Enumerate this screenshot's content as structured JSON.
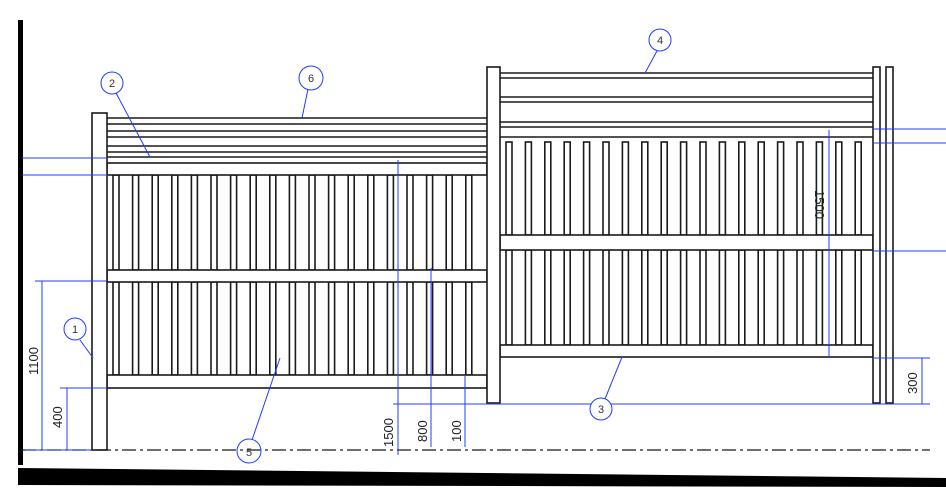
{
  "drawing": {
    "colors": {
      "line": "#1a1a1a",
      "dimension": "#1f3cff",
      "frame": "#000000"
    },
    "callouts": [
      "1",
      "2",
      "3",
      "4",
      "5",
      "6"
    ],
    "dimensions": {
      "left_height_total": "1100",
      "left_bottom_clearance": "400",
      "mid_height_1500": "1500",
      "mid_height_800": "800",
      "mid_height_100": "100",
      "right_panel_height": "1500",
      "right_clearance": "300"
    }
  }
}
